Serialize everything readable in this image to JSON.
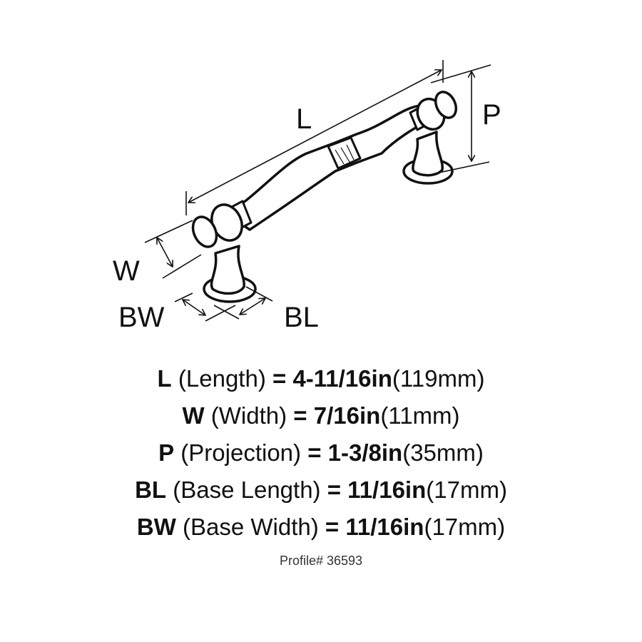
{
  "diagram": {
    "labels": {
      "L": "L",
      "P": "P",
      "W": "W",
      "BW": "BW",
      "BL": "BL"
    }
  },
  "specs": [
    {
      "code": "L",
      "name": "(Length)",
      "eq": "=",
      "imperial": "4-11/16in",
      "metric": "(119mm)"
    },
    {
      "code": "W",
      "name": "(Width)",
      "eq": "=",
      "imperial": "7/16in",
      "metric": "(11mm)"
    },
    {
      "code": "P",
      "name": "(Projection)",
      "eq": "=",
      "imperial": "1-3/8in",
      "metric": "(35mm)"
    },
    {
      "code": "BL",
      "name": "(Base Length)",
      "eq": "=",
      "imperial": "11/16in",
      "metric": "(17mm)"
    },
    {
      "code": "BW",
      "name": "(Base Width)",
      "eq": "=",
      "imperial": "11/16in",
      "metric": "(17mm)"
    }
  ],
  "profile": "Profile# 36593"
}
